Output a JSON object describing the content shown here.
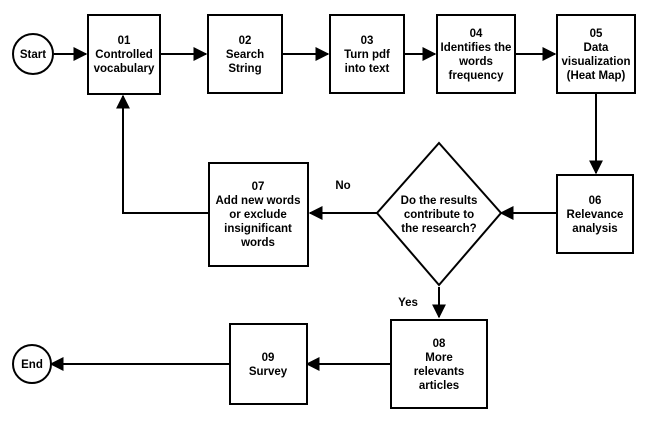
{
  "diagram": {
    "nodes": {
      "start": {
        "lines": [
          "Start"
        ]
      },
      "n01": {
        "lines": [
          "01",
          "Controlled",
          "vocabulary"
        ]
      },
      "n02": {
        "lines": [
          "02",
          "Search",
          "String"
        ]
      },
      "n03": {
        "lines": [
          "03",
          "Turn pdf",
          "into text"
        ]
      },
      "n04": {
        "lines": [
          "04",
          "Identifies the",
          "words",
          "frequency"
        ]
      },
      "n05": {
        "lines": [
          "05",
          "Data",
          "visualization",
          "(Heat Map)"
        ]
      },
      "n06": {
        "lines": [
          "06",
          "Relevance",
          "analysis"
        ]
      },
      "decision": {
        "lines": [
          "Do the results",
          "contribute to",
          "the research?"
        ]
      },
      "n07": {
        "lines": [
          "07",
          "Add new words",
          "or exclude",
          "insignificant",
          "words"
        ]
      },
      "n08": {
        "lines": [
          "08",
          "More",
          "relevants",
          "articles"
        ]
      },
      "n09": {
        "lines": [
          "09",
          "Survey"
        ]
      },
      "end": {
        "lines": [
          "End"
        ]
      }
    },
    "edge_labels": {
      "no": "No",
      "yes": "Yes"
    }
  }
}
